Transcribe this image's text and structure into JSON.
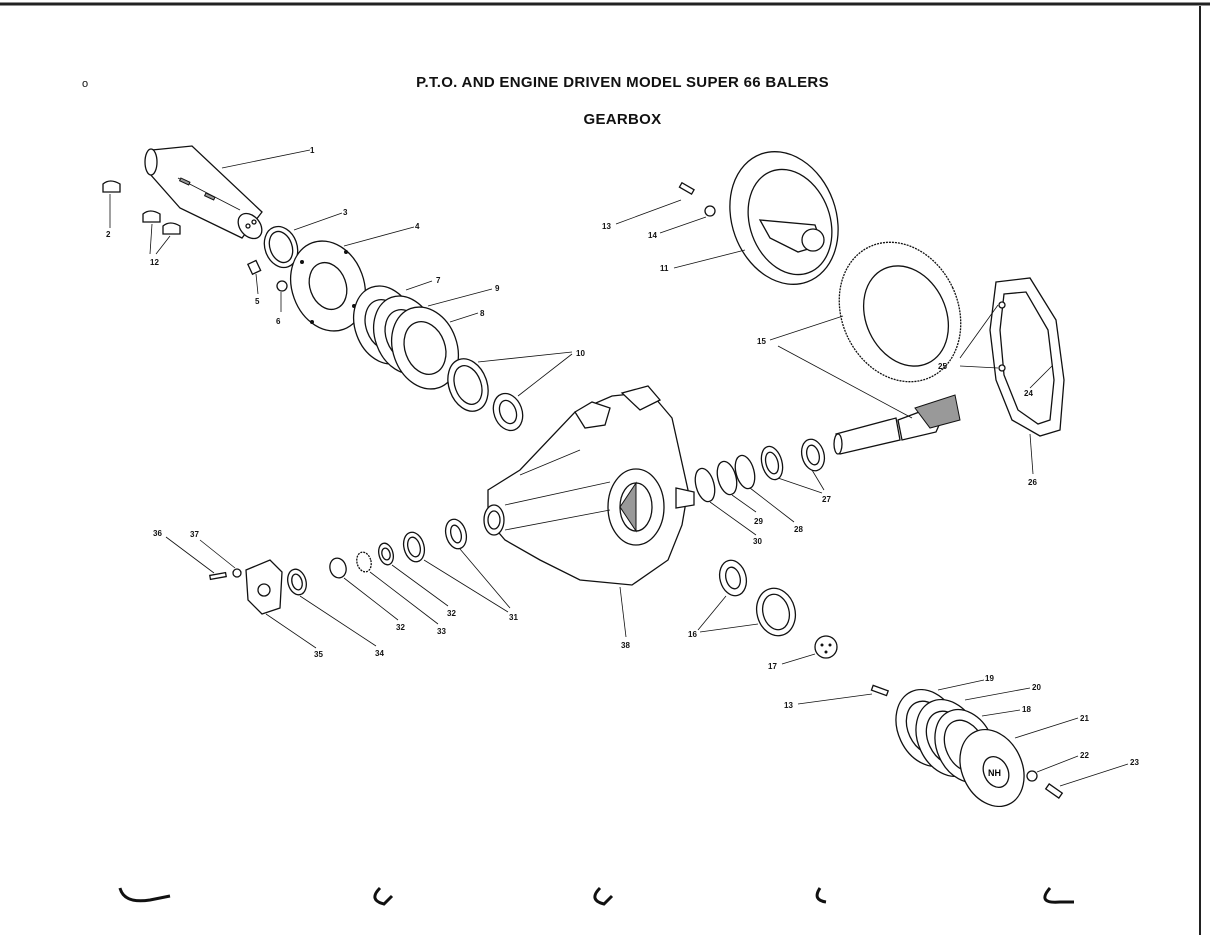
{
  "page": {
    "title": "P.T.O. AND ENGINE DRIVEN MODEL SUPER 66 BALERS",
    "subtitle": "GEARBOX",
    "corner_mark": "o"
  },
  "callouts": {
    "c1": "1",
    "c2": "2",
    "c3": "3",
    "c4": "4",
    "c5": "5",
    "c6": "6",
    "c7": "7",
    "c8": "8",
    "c9": "9",
    "c10": "10",
    "c11": "11",
    "c12": "12",
    "c13a": "13",
    "c13b": "13",
    "c14": "14",
    "c15": "15",
    "c16": "16",
    "c17": "17",
    "c18": "18",
    "c19": "19",
    "c20": "20",
    "c21": "21",
    "c22": "22",
    "c23": "23",
    "c24": "24",
    "c25": "25",
    "c26": "26",
    "c27": "27",
    "c28": "28",
    "c29": "29",
    "c30": "30",
    "c31": "31",
    "c32a": "32",
    "c32b": "32",
    "c33": "33",
    "c34": "34",
    "c35": "35",
    "c36": "36",
    "c37": "37",
    "c38": "38"
  }
}
